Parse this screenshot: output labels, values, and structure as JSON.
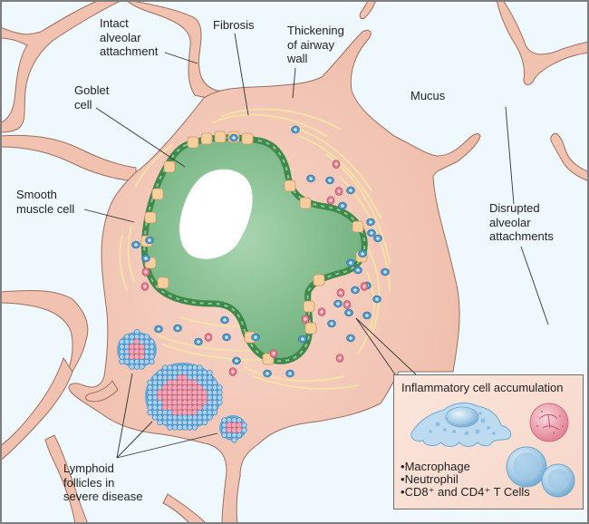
{
  "figure": {
    "title": "Airway inflammation and remodeling",
    "labels": {
      "intact_alveolar": "Intact\nalveolar\nattachment",
      "fibrosis": "Fibrosis",
      "thickening": "Thickening\nof airway\nwall",
      "goblet_cell": "Goblet\ncell",
      "mucus": "Mucus",
      "smooth_muscle": "Smooth\nmuscle cell",
      "disrupted_alveolar": "Disrupted\nalveolar\nattachments",
      "lymphoid_follicles": "Lymphoid\nfollicles in\nsevere disease"
    },
    "inset": {
      "title": "Inflammatory cell accumulation",
      "items": [
        "Macrophage",
        "Neutrophil",
        "CD8⁺ and CD4⁺ T Cells"
      ]
    },
    "colors": {
      "alveolar_space": "#eef8fd",
      "tissue": "#f2c2b0",
      "tissue_edge": "#9b6f60",
      "epithelium_green": "#4f9a5a",
      "mucus_green": "#8fc59a",
      "goblet_tan": "#f7cf9f",
      "lymphocyte_blue": "#4b95c9",
      "neutrophil_red": "#d55a78",
      "fibrosis_yellow": "#f3e6a6"
    }
  }
}
